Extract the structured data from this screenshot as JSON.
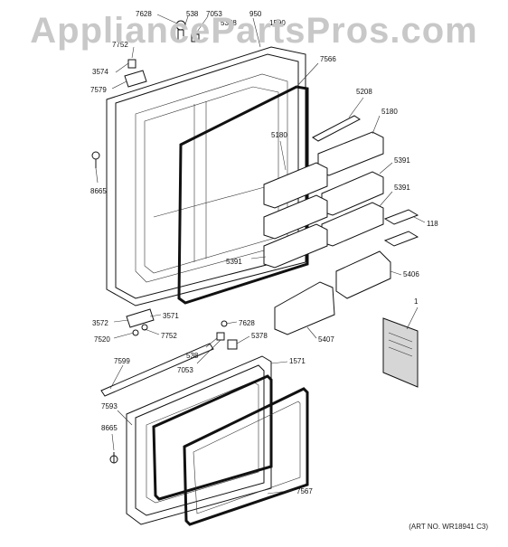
{
  "watermark": "AppliancePartsPros.com",
  "art_number": "(ART NO. WR18941 C3)",
  "labels": {
    "l7628a": "7628",
    "l538a": "538",
    "l7053a": "7053",
    "l950": "950",
    "l5378a": "5378",
    "l1590": "1590",
    "l7752a": "7752",
    "l3574": "3574",
    "l7579": "7579",
    "l8665a": "8665",
    "l7566": "7566",
    "l5208": "5208",
    "l5180a": "5180",
    "l5180b": "5180",
    "l5391a": "5391",
    "l5391b": "5391",
    "l118": "118",
    "l5391c": "5391",
    "l5406": "5406",
    "l3572": "3572",
    "l3571": "3571",
    "l7628b": "7628",
    "l7520": "7520",
    "l7752b": "7752",
    "l5378b": "5378",
    "l538b": "538",
    "l7053b": "7053",
    "l5407": "5407",
    "l1": "1",
    "l7599": "7599",
    "l1571": "1571",
    "l7593": "7593",
    "l8665b": "8665",
    "l7567": "7567"
  }
}
